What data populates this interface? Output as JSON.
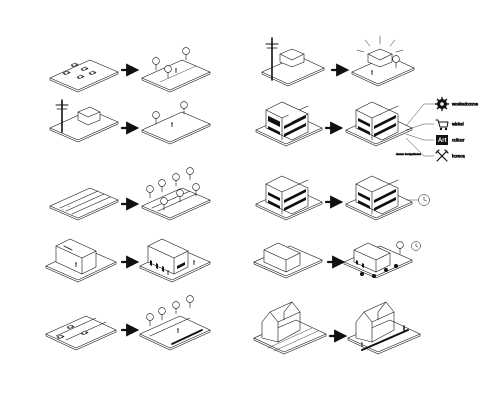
{
  "legend": {
    "items": [
      {
        "label": "woekedomme",
        "icon": "gear-icon"
      },
      {
        "label": "winkel",
        "icon": "shopping-cart-icon"
      },
      {
        "label": "cultuur",
        "icon": "art-icon"
      },
      {
        "label": "horeca",
        "icon": "cutlery-icon"
      }
    ],
    "connector_label": "nieuwe invulgebieden"
  },
  "rows": [
    {
      "left": "parking-to-trees",
      "right": "house-to-sun"
    },
    {
      "left": "pole-to-trees",
      "right": "office-functions"
    },
    {
      "left": "street-to-trees",
      "right": "office-clock"
    },
    {
      "left": "block-to-shopfront",
      "right": "house-to-plaza"
    },
    {
      "left": "road-to-avenue",
      "right": "gable-to-path"
    }
  ]
}
